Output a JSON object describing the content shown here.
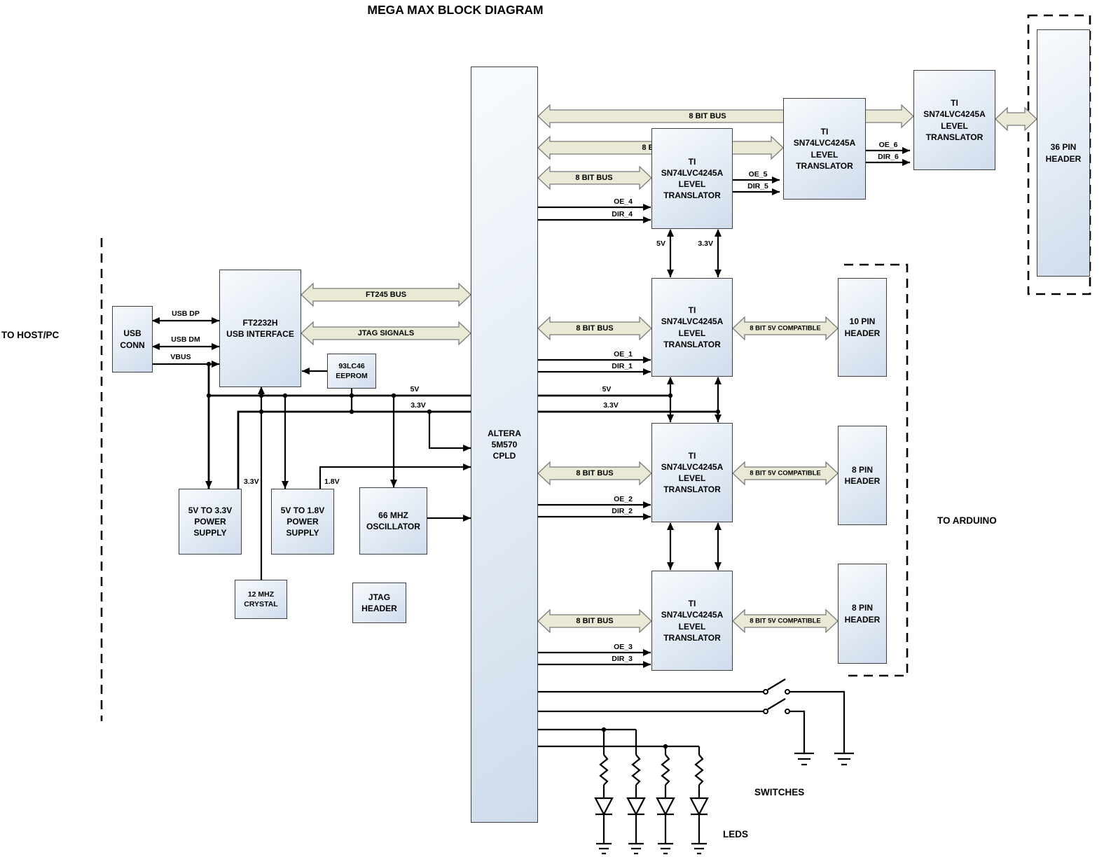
{
  "title": "MEGA MAX BLOCK DIAGRAM",
  "labels": {
    "to_host": "TO HOST/PC",
    "to_arduino": "TO ARDUINO",
    "switches": "SWITCHES",
    "leds": "LEDS"
  },
  "blocks": {
    "cpld": "ALTERA\n5M570\nCPLD",
    "usb_conn": "USB\nCONN",
    "ft2232h": "FT2232H\nUSB INTERFACE",
    "eeprom": "93LC46\nEEPROM",
    "power_3v3": "5V TO 3.3V\nPOWER\nSUPPLY",
    "power_1v8": "5V TO 1.8V\nPOWER\nSUPPLY",
    "oscillator": "66 MHZ\nOSCILLATOR",
    "crystal": "12 MHZ\nCRYSTAL",
    "jtag_header": "JTAG\nHEADER",
    "level_translator": "TI\nSN74LVC4245A\nLEVEL\nTRANSLATOR",
    "header_36": "36 PIN\nHEADER",
    "header_10": "10 PIN\nHEADER",
    "header_8": "8 PIN\nHEADER"
  },
  "buses": {
    "bit8": "8 BIT BUS",
    "ft245": "FT245 BUS",
    "jtag": "JTAG SIGNALS",
    "compat": "8 BIT 5V COMPATIBLE"
  },
  "signals": {
    "usb_dp": "USB DP",
    "usb_dm": "USB DM",
    "vbus": "VBUS",
    "v5": "5V",
    "v33": "3.3V",
    "v18": "1.8V",
    "oe_1": "OE_1",
    "dir_1": "DIR_1",
    "oe_2": "OE_2",
    "dir_2": "DIR_2",
    "oe_3": "OE_3",
    "dir_3": "DIR_3",
    "oe_4": "OE_4",
    "dir_4": "DIR_4",
    "oe_5": "OE_5",
    "dir_5": "DIR_5",
    "oe_6": "OE_6",
    "dir_6": "DIR_6"
  },
  "colors": {
    "bus_arrow_fill": "#e9e9d5",
    "bus_arrow_stroke": "#7a7a7a",
    "block_fill": "#dde6f2",
    "block_border": "#3f3f3f",
    "wire": "#000000"
  }
}
